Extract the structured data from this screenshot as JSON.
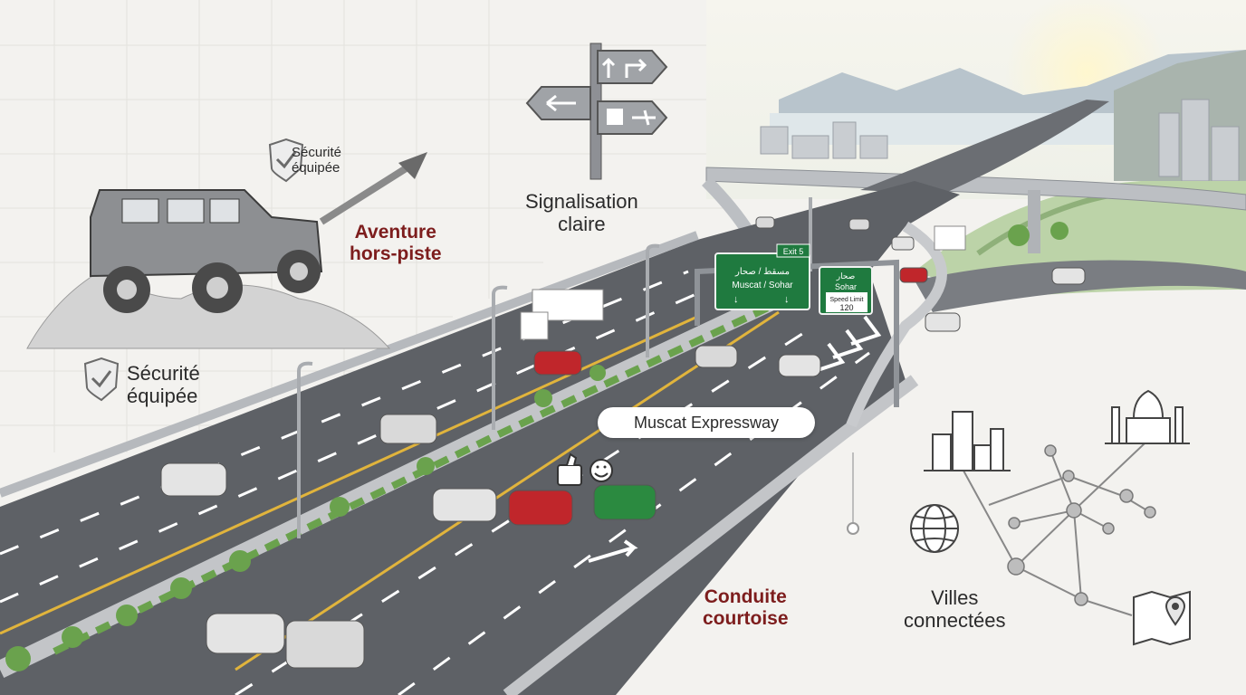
{
  "labels": {
    "securite_small": [
      "Sécurité",
      "équipée"
    ],
    "securite_big": [
      "Sécurité",
      "équipée"
    ],
    "aventure": [
      "Aventure",
      "hors-piste"
    ],
    "signalisation": [
      "Signalisation",
      "claire"
    ],
    "expressway": "Muscat Expressway",
    "conduite": [
      "Conduite",
      "courtoise"
    ],
    "villes": [
      "Villes",
      "connectées"
    ]
  },
  "road_signs": {
    "exit": "Exit 5",
    "arabic_muscat_sohar": "مسقط / صحار",
    "muscat_sohar": "Muscat / Sohar",
    "arabic_sohar": "صحار",
    "sohar": "Sohar",
    "speed_label": "Speed Limit",
    "speed_value": "120"
  },
  "icons": [
    "shield-check-icon",
    "arrow-icon",
    "jeep-icon",
    "signpost-icon",
    "thumbs-up-icon",
    "smile-icon",
    "globe-icon",
    "city-buildings-icon",
    "mosque-icon",
    "map-pin-icon"
  ],
  "colors": {
    "accent_red": "#7d1d1d",
    "road": "#5a5d62",
    "sign_green": "#1f7a3f",
    "background": "#f3f2ef"
  }
}
